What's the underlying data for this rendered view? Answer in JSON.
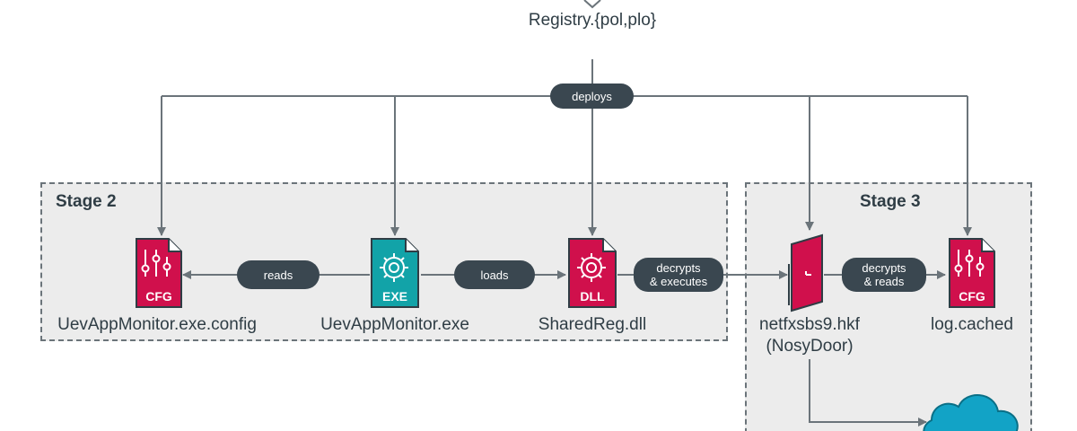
{
  "source": {
    "label": "Registry.{pol,plo}"
  },
  "deploy_label": "deploys",
  "stages": {
    "stage2": {
      "title": "Stage 2"
    },
    "stage3": {
      "title": "Stage 3"
    }
  },
  "nodes": {
    "config": {
      "type": "CFG",
      "label": "UevAppMonitor.exe.config",
      "color": "#d0104c"
    },
    "exe": {
      "type": "EXE",
      "label": "UevAppMonitor.exe",
      "color": "#12a3a8"
    },
    "dll": {
      "type": "DLL",
      "label": "SharedReg.dll",
      "color": "#d0104c"
    },
    "backdoor": {
      "label_line1": "netfxsbs9.hkf",
      "label_line2": "(NosyDoor)",
      "color": "#d0104c"
    },
    "log": {
      "type": "CFG",
      "label": "log.cached",
      "color": "#d0104c"
    }
  },
  "edges": {
    "reads": "reads",
    "loads": "loads",
    "decrypts_executes": {
      "line1": "decrypts",
      "line2": "& executes"
    },
    "decrypts_reads": {
      "line1": "decrypts",
      "line2": "& reads"
    }
  },
  "cloud": {
    "icon": "cloud-icon",
    "color": "#12a3c6"
  },
  "colors": {
    "line": "#6b747a",
    "pill": "#3a4750",
    "stage_bg": "#ececec"
  }
}
